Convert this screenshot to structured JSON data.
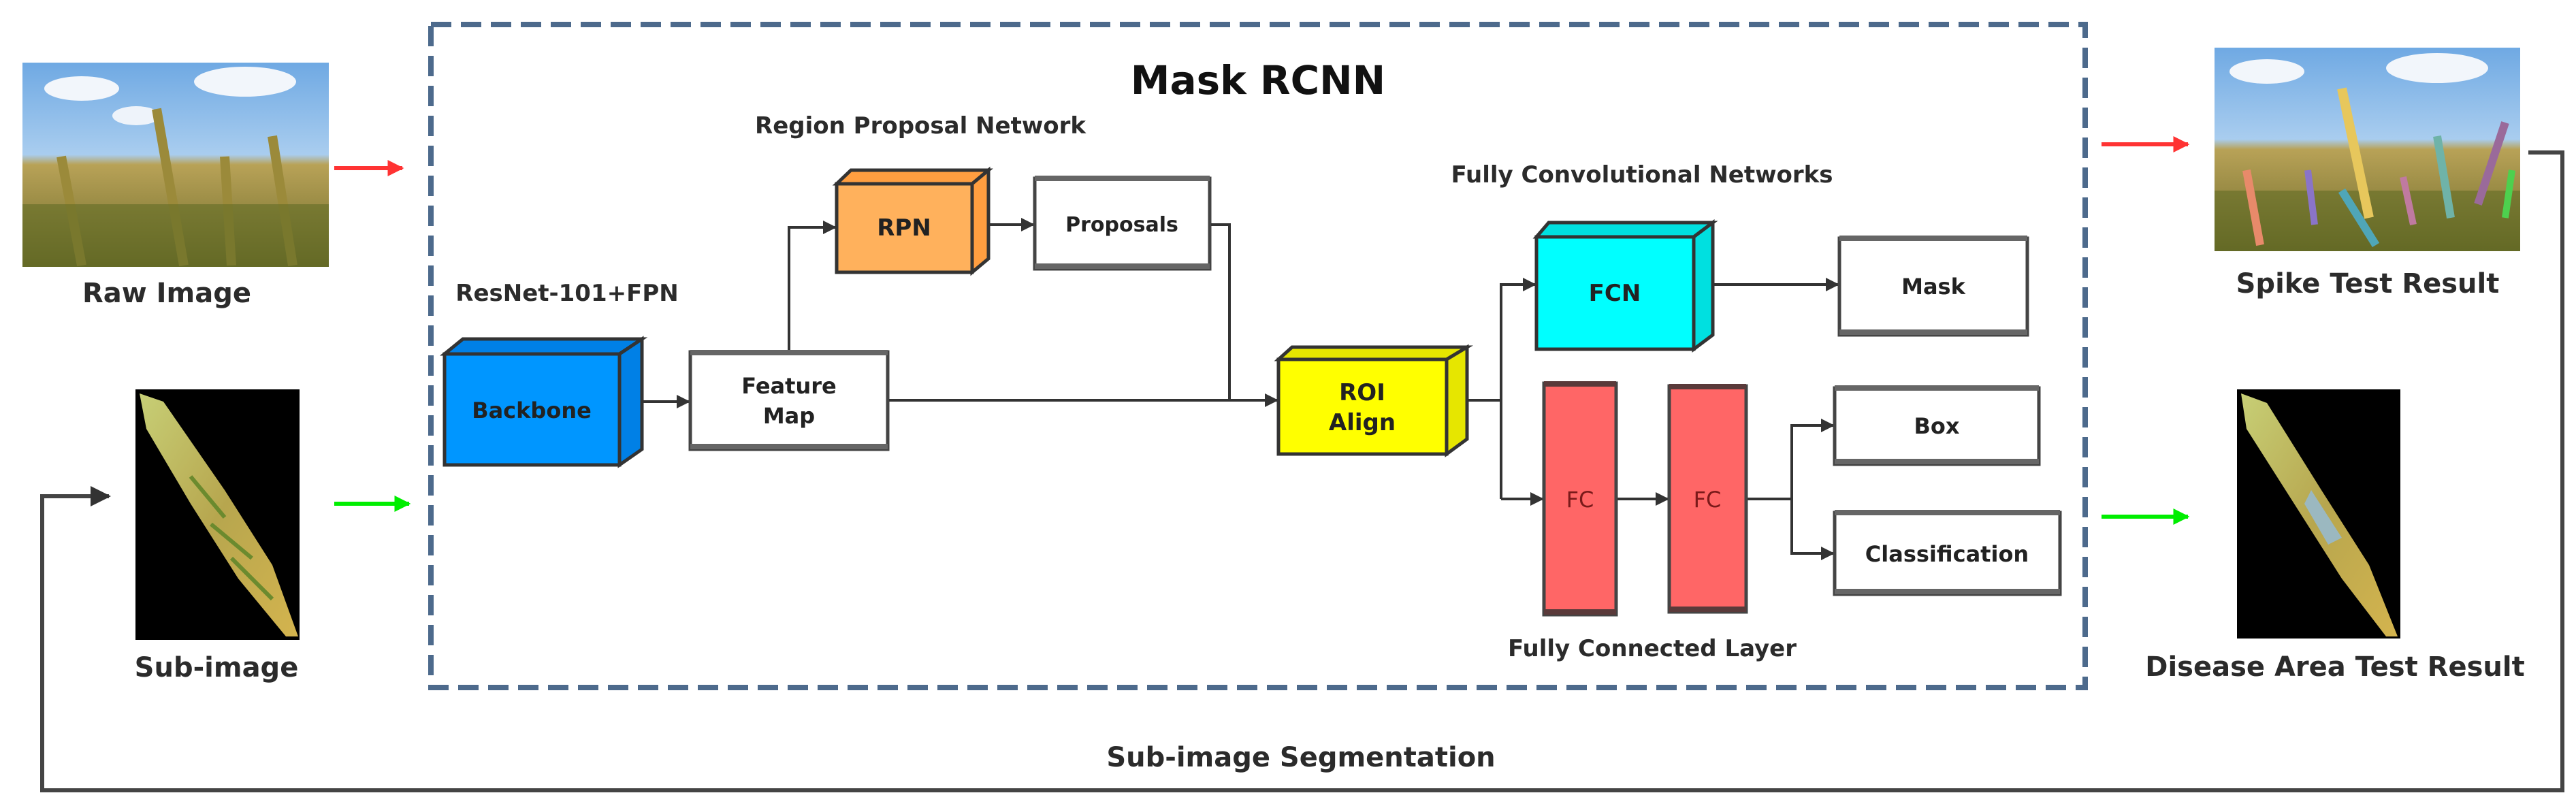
{
  "title": "Mask RCNN",
  "inputs": {
    "raw_image": {
      "label": "Raw Image",
      "icon": "wheat-field-photo"
    },
    "sub_image": {
      "label": "Sub-image",
      "icon": "wheat-spike-photo"
    }
  },
  "outputs": {
    "spike_result": {
      "label": "Spike Test Result",
      "icon": "wheat-field-segmented-photo"
    },
    "disease_result": {
      "label": "Disease Area Test Result",
      "icon": "wheat-spike-disease-photo"
    }
  },
  "section_labels": {
    "backbone_section": "ResNet-101+FPN",
    "rpn_section": "Region Proposal Network",
    "fcn_section": "Fully Convolutional Networks",
    "fc_section": "Fully Connected Layer"
  },
  "nodes": {
    "backbone": {
      "label": "Backbone",
      "color": "#0096FF"
    },
    "feature_map": {
      "label_line1": "Feature",
      "label_line2": "Map"
    },
    "rpn": {
      "label": "RPN",
      "color": "#FFB15C"
    },
    "proposals": {
      "label": "Proposals"
    },
    "roi_align": {
      "label_line1": "ROI",
      "label_line2": "Align",
      "color": "#FFFF00"
    },
    "fcn": {
      "label": "FCN",
      "color": "#00FFFF"
    },
    "fc1": {
      "label": "FC",
      "color": "#FF6666"
    },
    "fc2": {
      "label": "FC",
      "color": "#FF6666"
    },
    "mask": {
      "label": "Mask"
    },
    "box": {
      "label": "Box"
    },
    "classification": {
      "label": "Classification"
    }
  },
  "feedback": {
    "label": "Sub-image Segmentation"
  },
  "colors": {
    "dashed_border": "#4D6A8C",
    "spike_arrow": "#FF3333",
    "disease_arrow": "#00EE00",
    "connector": "#333333"
  }
}
